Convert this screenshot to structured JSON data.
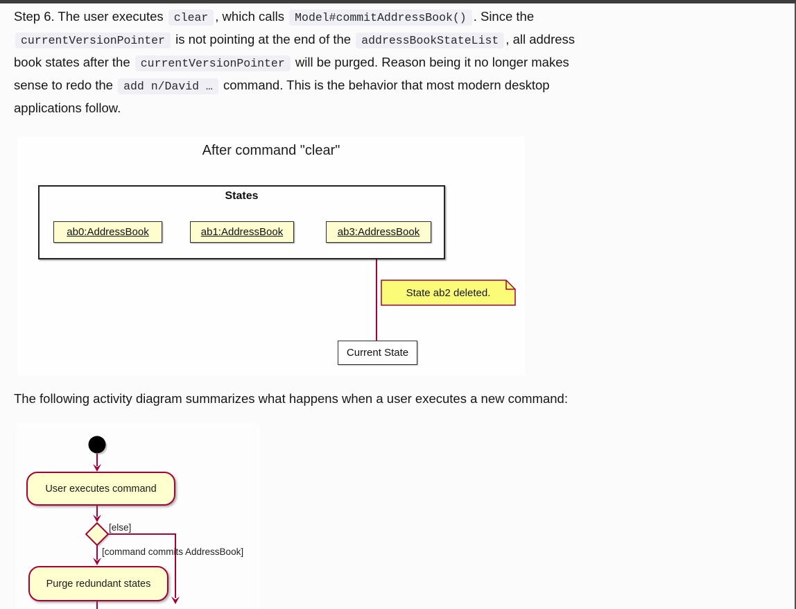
{
  "window": {
    "top_edge_color": "#3d3d3d",
    "right_edge_color": "#4f4f4f",
    "page_background": "#fbfbfb"
  },
  "paragraph_step6": {
    "lines": [
      {
        "segments": [
          {
            "t": "text",
            "v": "Step 6. The user executes "
          },
          {
            "t": "code",
            "v": "clear"
          },
          {
            "t": "text",
            "v": ", which calls "
          },
          {
            "t": "code",
            "v": "Model#commitAddressBook()"
          },
          {
            "t": "text",
            "v": ". Since the"
          }
        ]
      },
      {
        "segments": [
          {
            "t": "code",
            "v": "currentVersionPointer"
          },
          {
            "t": "text",
            "v": " is not pointing at the end of the "
          },
          {
            "t": "code",
            "v": "addressBookStateList"
          },
          {
            "t": "text",
            "v": ", all address"
          }
        ]
      },
      {
        "segments": [
          {
            "t": "text",
            "v": "book states after the "
          },
          {
            "t": "code",
            "v": "currentVersionPointer"
          },
          {
            "t": "text",
            "v": " will be purged. Reason being it no longer makes"
          }
        ]
      },
      {
        "segments": [
          {
            "t": "text",
            "v": "sense to redo the "
          },
          {
            "t": "code",
            "v": "add n/David …"
          },
          {
            "t": "text",
            "v": " command. This is the behavior that most modern desktop"
          }
        ]
      },
      {
        "segments": [
          {
            "t": "text",
            "v": "applications follow."
          }
        ]
      }
    ]
  },
  "object_diagram": {
    "title": "After command \"clear\"",
    "container_label": "States",
    "objects": [
      {
        "label": "ab0:AddressBook"
      },
      {
        "label": "ab1:AddressBook"
      },
      {
        "label": "ab3:AddressBook"
      }
    ],
    "note_text": "State ab2 deleted.",
    "pointer_label": "Current State",
    "colors": {
      "object_fill": "#FDFDD0",
      "note_fill": "#FBFB77",
      "arrow_color": "#A80036",
      "box_border": "#242424"
    }
  },
  "paragraph_activity_intro": "The following activity diagram summarizes what happens when a user executes a new command:",
  "activity_diagram": {
    "start_node": "start",
    "activities": [
      {
        "label": "User executes command"
      },
      {
        "label": "Purge redundant states"
      }
    ],
    "branch_labels": {
      "else_label": "[else]",
      "commit_label": "[command commits AddressBook]"
    },
    "colors": {
      "activity_fill": "#FEFECE",
      "stroke": "#A80036"
    }
  }
}
